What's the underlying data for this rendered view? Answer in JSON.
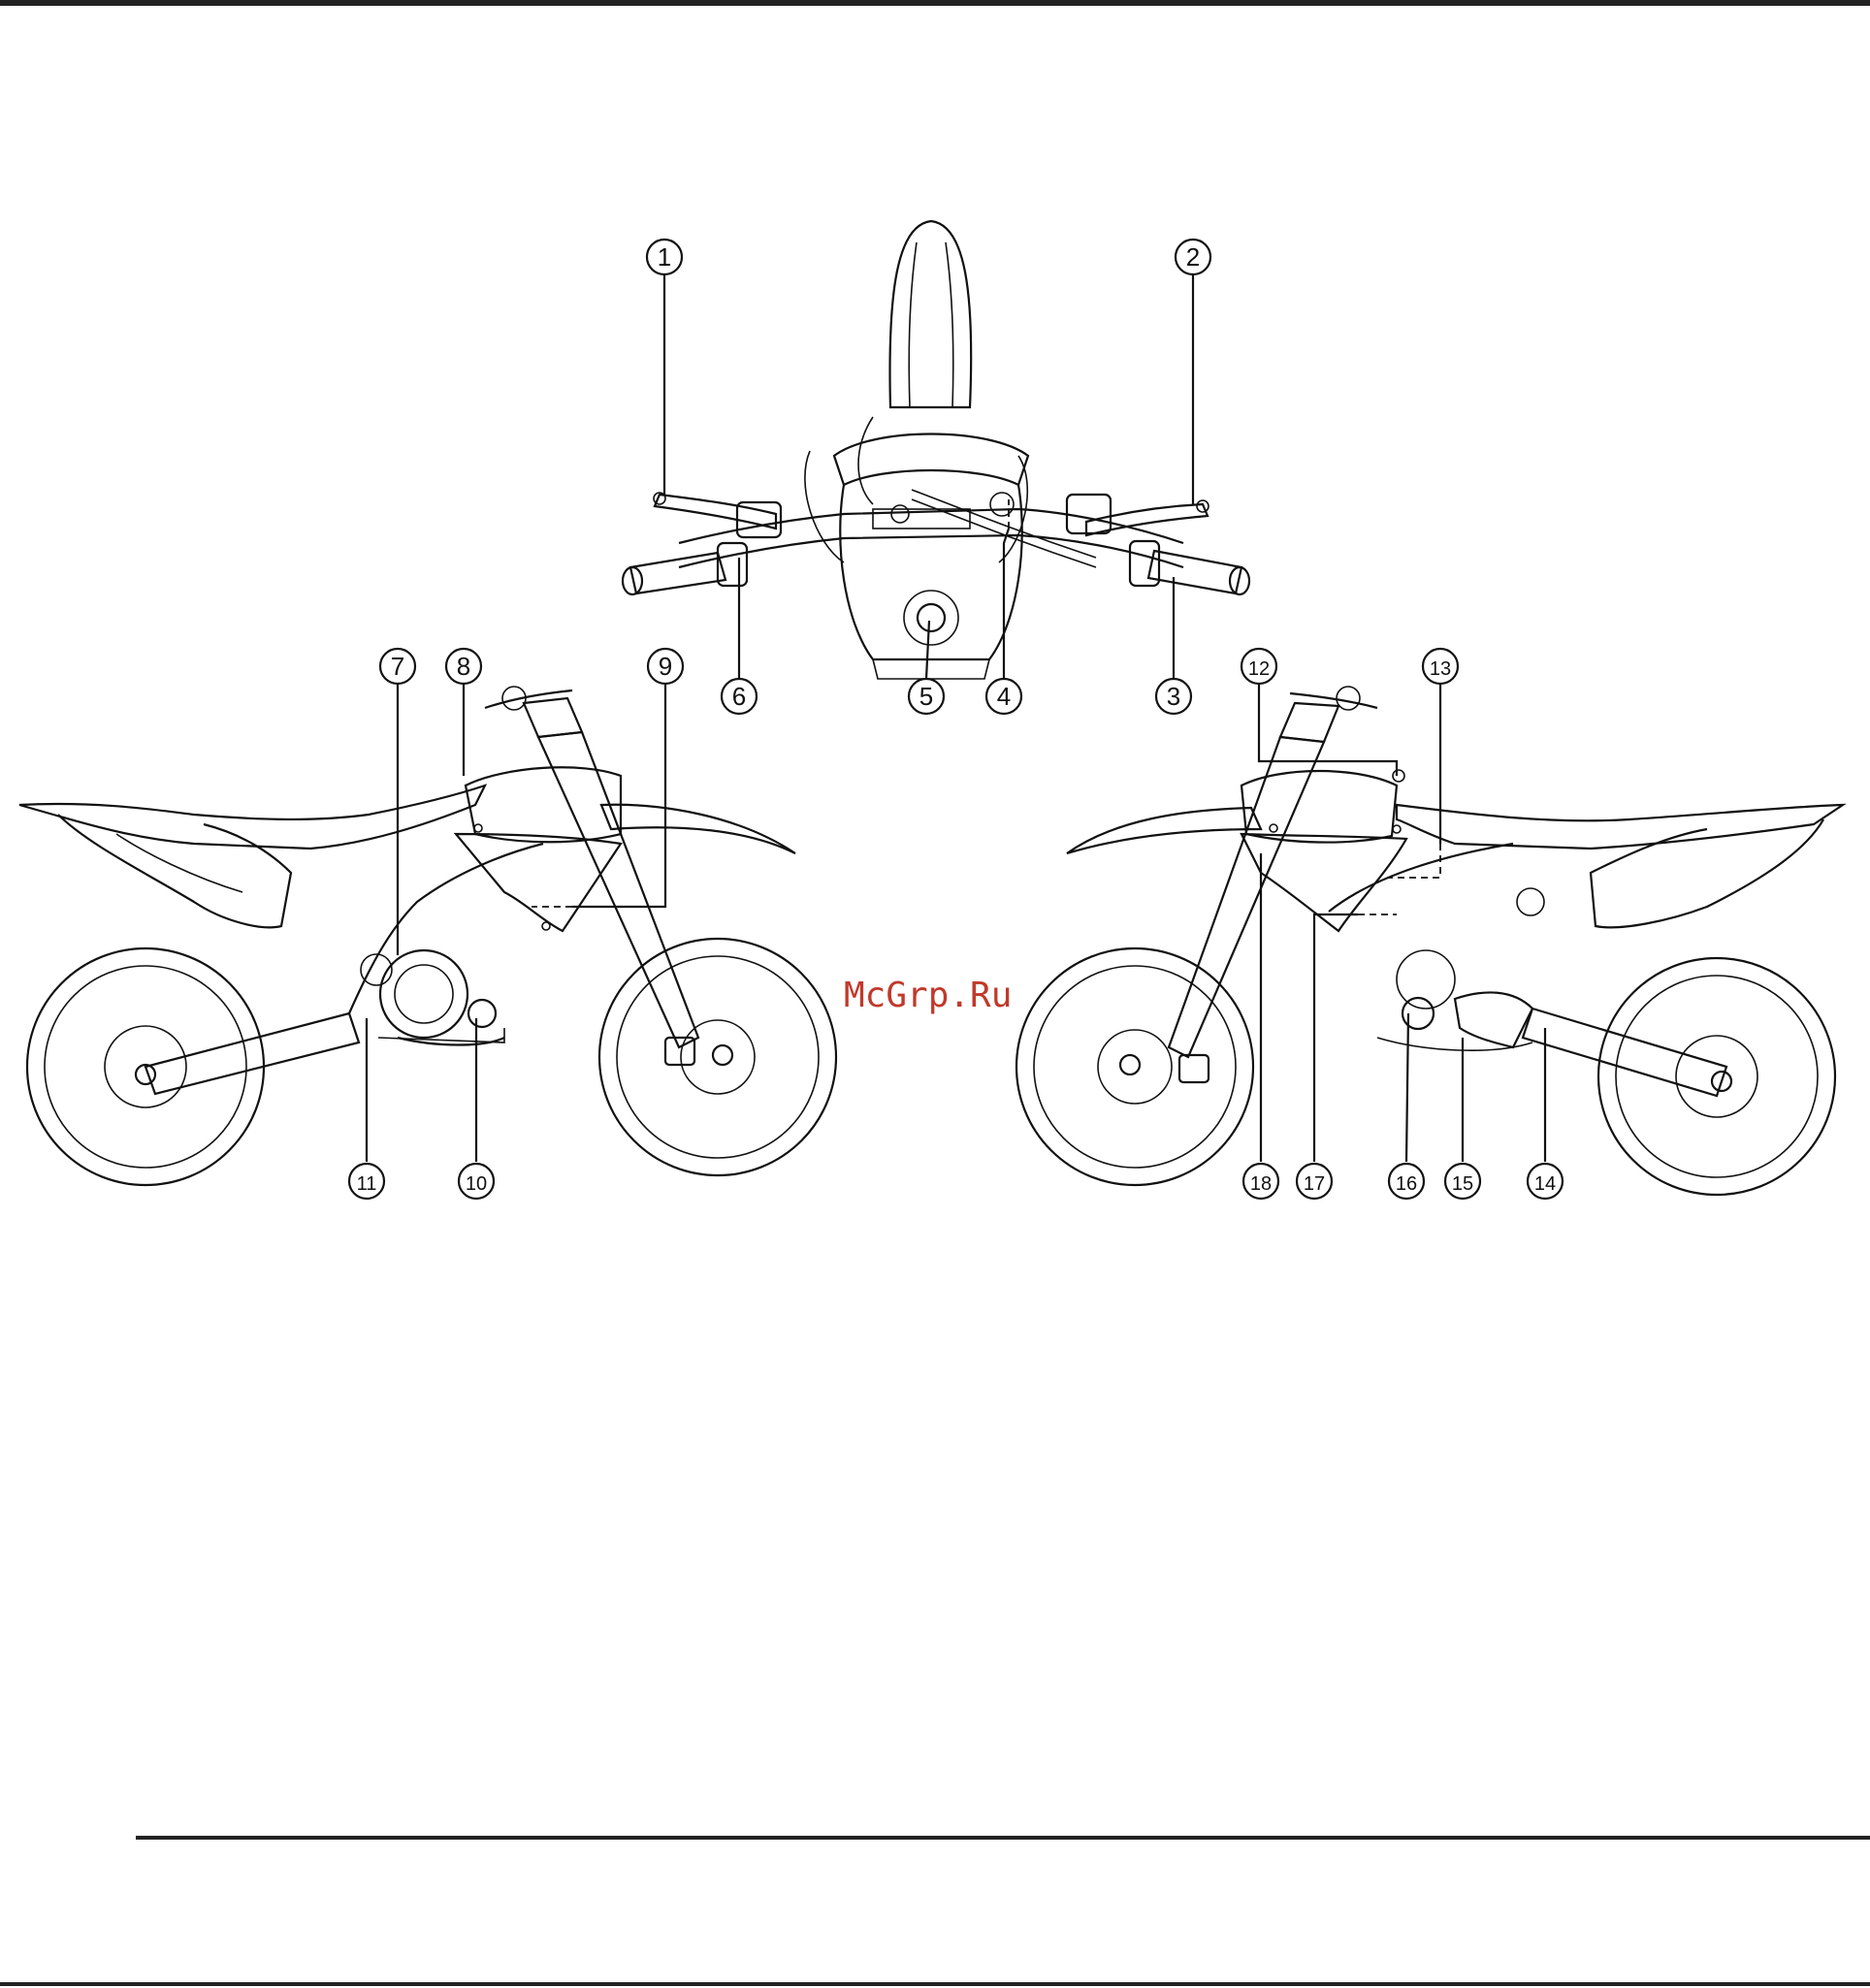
{
  "callouts": [
    {
      "id": "1",
      "label": "①"
    },
    {
      "id": "2",
      "label": "②"
    },
    {
      "id": "3",
      "label": "③"
    },
    {
      "id": "4",
      "label": "④"
    },
    {
      "id": "5",
      "label": "⑤"
    },
    {
      "id": "6",
      "label": "⑥"
    },
    {
      "id": "7",
      "label": "⑦"
    },
    {
      "id": "8",
      "label": "⑧"
    },
    {
      "id": "9",
      "label": "⑨"
    },
    {
      "id": "10",
      "label": "⑩"
    },
    {
      "id": "11",
      "label": "⑪"
    },
    {
      "id": "12",
      "label": "⑫"
    },
    {
      "id": "13",
      "label": "⑬"
    },
    {
      "id": "14",
      "label": "⑭"
    },
    {
      "id": "15",
      "label": "⑮"
    },
    {
      "id": "16",
      "label": "⑯"
    },
    {
      "id": "17",
      "label": "⑰"
    },
    {
      "id": "18",
      "label": "⑱"
    }
  ],
  "watermark": "McGrp.Ru",
  "colors": {
    "line": "#111111",
    "watermark": "#c0392b",
    "background": "#ffffff"
  }
}
